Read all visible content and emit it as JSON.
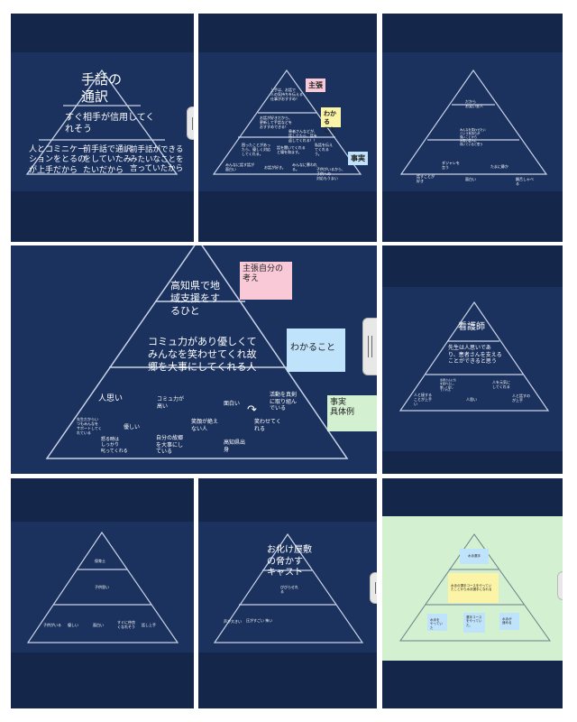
{
  "colors": {
    "slide": "#1b325e",
    "band": "#14264a",
    "pink": "#f9c9d8",
    "yellow": "#fbf3a6",
    "blue": "#bfe3fb",
    "green": "#d3f0d0"
  },
  "p1": {
    "top": "手話の\n通訳",
    "mid": "すぐ相手が信用してく\nれそう",
    "b1": "人とコミニケー\nションをとるの\nが上手だから",
    "b2": "前手話で通訳\nをしていたみ\nたいだから",
    "b3": "前手話ができる\nみたいなことを\n言っていたから"
  },
  "p2": {
    "top": "上手は、お話で\n人の気持ちを伝える\n仕事がおすすめ！",
    "mid1": "お話が好きだから、\n更新して手話などを\nおすすめできる！",
    "mid2": "患者さんなどが、\n話してたら、話を\n返してくれる！！",
    "b1": "困ったことがあっ\nたら、優しく対応\nしてくれる。",
    "b2": "話を聞いてくれる\nと場を和ます。",
    "b3": "私話を伝え\nてくれる\nう。",
    "b4": "みんなに話す話が\n面白い",
    "b5": "お話が好き。",
    "b6": "みんなに慕われ\nる。",
    "b7": "子供がいるから、\n子供への\n対応もうまい",
    "n1": "主張",
    "n2": "わかる\nこと",
    "n3": "事実"
  },
  "p3": {
    "top": "だから\nお笑い芸人",
    "mid": "みんなを笑わせたい\nという気持ちが\n強いことから\nお笑い芸人に\n向いていると思う",
    "b1": "ダジャレを\n言う",
    "b2": "たまに静か",
    "b3": "話すことが\n好き",
    "b4": "面白い",
    "b5": "饒舌しゃべ\nる"
  },
  "p4": {
    "top": "高知県で地\n域支援をす\nるひと",
    "mid": "コミュ力があり優しくて\nみんなを笑わせてくれ故\n郷を大事にしてくれる人",
    "b1": "人思い",
    "b2": "コミュ力が\n高い",
    "b3": "面白い",
    "b4": "活動を真剣\nに取り組ん\nでいる",
    "b5": "先生だからい\nつもみんなを\nサポートしてく\nれている",
    "b6": "優しい",
    "b7": "笑顔が絶え\nない人",
    "b8": "笑わせてく\nれる",
    "b9": "怒る時は\nしっかり\n叱ってくれる",
    "b10": "自分の故郷\nを大事にし\nている",
    "b11": "高知県出\n身",
    "arrow": "↷",
    "n1": "主張自分の\n考え",
    "n2": "わかること",
    "n3": "事実\n具体例"
  },
  "p5": {
    "top": "看護師",
    "mid": "先生は人思いであ\nり、患者さんを支える\nことができると思う",
    "b1": "患者さんに気\nを配れるし、\n優しく接し\nてくれる",
    "b2": "人を元気に\nしてくれる",
    "b3": "人と接する\nことが上手\nい",
    "b4": "人思い",
    "b5": "人と話すの\nが上手"
  },
  "p6": {
    "top": "保育士",
    "mid": "子供思い",
    "b1": "子供がいる",
    "b2": "優しい",
    "b3": "面白い",
    "b4": "すぐに仲良\nくなれそう",
    "b5": "話し上手"
  },
  "p7": {
    "top": "お化け屋敷\nの脅かす\nキャスト",
    "mid": "びびらせれ\nる",
    "b1": "声が大きい",
    "b2": "圧がすごい 怖い"
  },
  "p8": {
    "top": "水泳選手",
    "mid": "水泳の選手コースをやってい\nたことから水泳選手になれる",
    "b1": "水泳を\nやっていた",
    "b2": "選手コース\nをやってい\nた。",
    "b3": "水泳が\n速める"
  }
}
